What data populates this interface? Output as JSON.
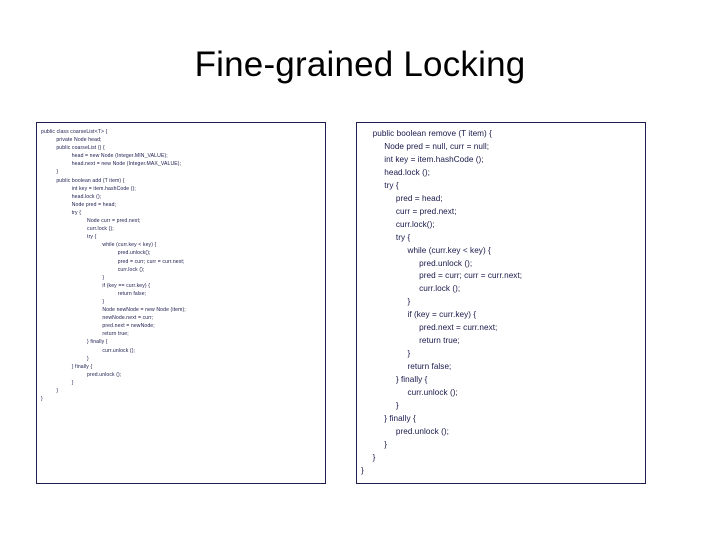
{
  "slide": {
    "title": "Fine-grained Locking",
    "background_color": "#ffffff",
    "title_color": "#000000",
    "code_text_color": "#17174a",
    "box_border_color": "#1d1d52"
  },
  "left_panel": {
    "name": "coarse-list-add-code",
    "lines": [
      "public class coarseList<T> {",
      "          private Node head;",
      "          public coarseList () {",
      "                    head = new Node (Integer.MIN_VALUE);",
      "                    head.next = new Node (Integer.MAX_VALUE);",
      "          }",
      "          public boolean add (T item) {",
      "                    int key = item.hashCode ();",
      "                    head.lock ();",
      "                    Node pred = head;",
      "                    try {",
      "                              Node curr = pred.next;",
      "                              curr.lock ();",
      "                              try {",
      "                                        while (curr.key < key) {",
      "                                                  pred.unlock();",
      "                                                  pred = curr; curr = curr.next;",
      "                                                  curr.lock ();",
      "                                        }",
      "                                        if (key == curr.key) {",
      "                                                  return false;",
      "                                        }",
      "                                        Node newNode = new Node (item);",
      "                                        newNode.next = curr;",
      "                                        pred.next = newNode;",
      "                                        return true;",
      "                              } finally {",
      "                                        curr.unlock ();",
      "                              }",
      "                    } finally {",
      "                              pred.unlock ();",
      "                    }",
      "          }",
      "}"
    ]
  },
  "right_panel": {
    "name": "fine-grained-remove-code",
    "lines": [
      "     public boolean remove (T item) {",
      "          Node pred = null, curr = null;",
      "          int key = item.hashCode ();",
      "          head.lock ();",
      "          try {",
      "               pred = head;",
      "               curr = pred.next;",
      "               curr.lock();",
      "               try {",
      "                    while (curr.key < key) {",
      "                         pred.unlock ();",
      "                         pred = curr; curr = curr.next;",
      "                         curr.lock ();",
      "                    }",
      "                    if (key = curr.key) {",
      "                         pred.next = curr.next;",
      "                         return true;",
      "                    }",
      "                    return false;",
      "               } finally {",
      "                    curr.unlock ();",
      "               }",
      "          } finally {",
      "               pred.unlock ();",
      "          }",
      "     }",
      "}"
    ]
  }
}
